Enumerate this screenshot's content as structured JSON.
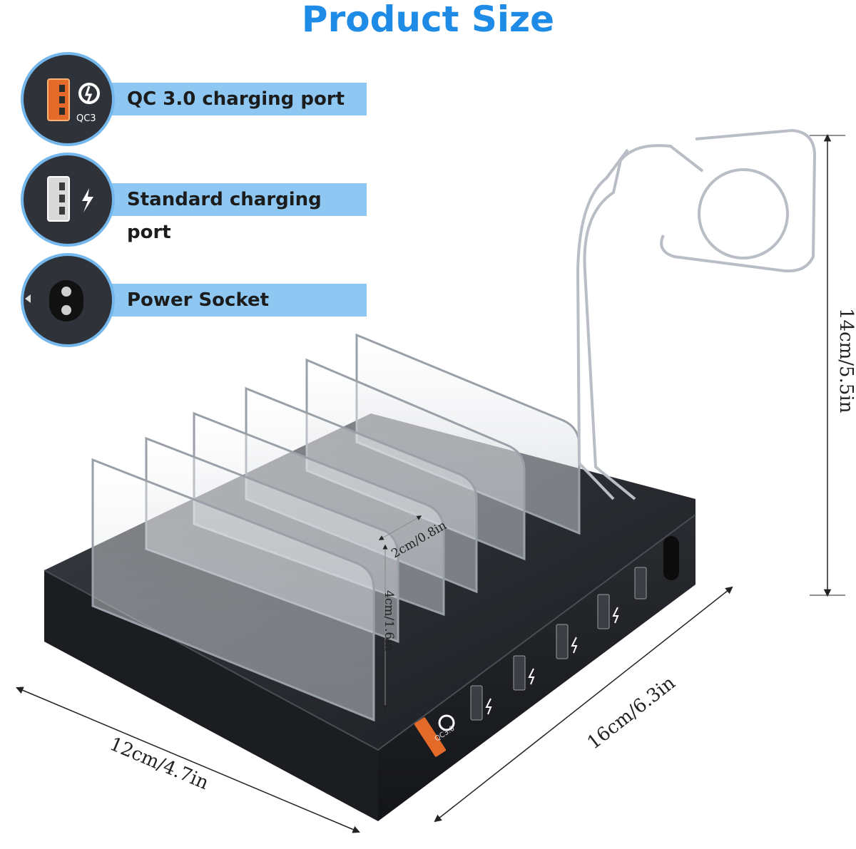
{
  "title": "Product Size",
  "features": [
    {
      "icon": "qc3-port-icon",
      "label": "QC 3.0 charging port",
      "badge": "QC3"
    },
    {
      "icon": "usb-port-icon",
      "label": "Standard charging port"
    },
    {
      "icon": "power-socket-icon",
      "label": "Power Socket"
    }
  ],
  "dimensions": {
    "height": "14cm/5.5in",
    "length": "16cm/6.3in",
    "width": "12cm/4.7in",
    "slot_gap": "2cm/0.8in",
    "divider_height": "4cm/1.6in"
  },
  "front_panel": {
    "qc_badge": "QC3.0"
  },
  "colors": {
    "accent": "#1e8ce6",
    "pill": "#8ec8f2",
    "device": "#1d1f23"
  }
}
